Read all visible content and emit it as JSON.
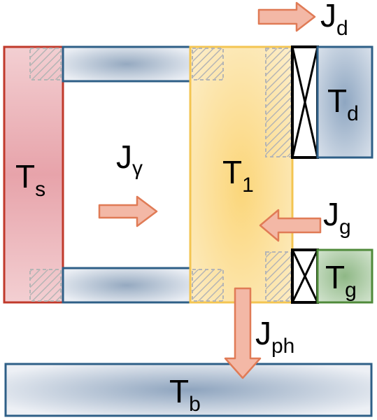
{
  "colors": {
    "source_fill": "#e9b2b7",
    "source_stroke": "#c0392b",
    "absorber_fill": "#fbe3a0",
    "absorber_stroke": "#f3c552",
    "link_fill": "#c3ccd8",
    "link_stroke": "#2e5f87",
    "cold_fill": "#b9c6d6",
    "cold_stroke": "#2e5f87",
    "ground_fill": "#a9c8a2",
    "ground_stroke": "#4f8a3a",
    "bath_fill": "#c7d1de",
    "bath_stroke": "#2e5f87",
    "arrow_fill": "#f3b8a6",
    "arrow_stroke": "#e07b56",
    "contact_stroke": "#b5b5b5"
  },
  "labels": {
    "Ts": {
      "main": "T",
      "sub": "s"
    },
    "T1": {
      "main": "T",
      "sub": "1"
    },
    "Td": {
      "main": "T",
      "sub": "d"
    },
    "Tg": {
      "main": "T",
      "sub": "g"
    },
    "Tb": {
      "main": "T",
      "sub": "b"
    },
    "Jgamma": {
      "main": "J",
      "sub": "γ"
    },
    "Jd": {
      "main": "J",
      "sub": "d"
    },
    "Jg": {
      "main": "J",
      "sub": "g"
    },
    "Jph": {
      "main": "J",
      "sub": "ph"
    }
  },
  "icons": {
    "thermal_contact": "hatched-contact-pad",
    "junction": "crossed-box-junction"
  }
}
